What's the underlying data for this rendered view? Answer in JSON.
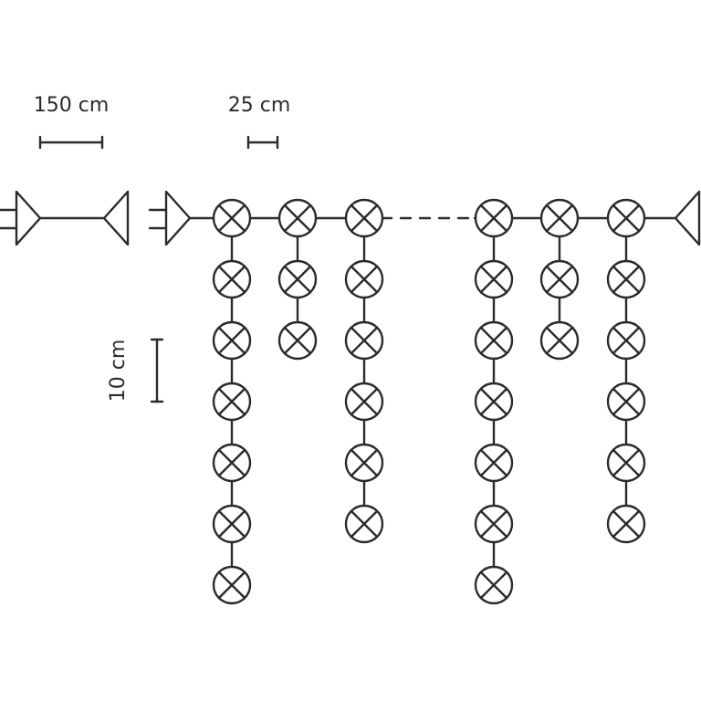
{
  "labels": {
    "cable_length": "150 cm",
    "bulb_spacing": "25 cm",
    "drop_spacing": "10 cm"
  },
  "strands": [
    {
      "bulbs": 7
    },
    {
      "bulbs": 3
    },
    {
      "bulbs": 6
    },
    {
      "bulbs": 7
    },
    {
      "bulbs": 3
    },
    {
      "bulbs": 6
    }
  ],
  "colors": {
    "line": "#2b2b2b",
    "background": "#ffffff"
  }
}
